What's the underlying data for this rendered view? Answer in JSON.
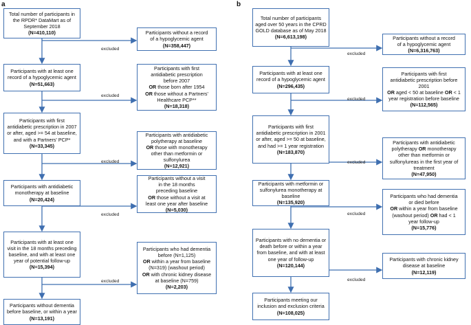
{
  "panels": [
    {
      "label": "a",
      "steps": [
        {
          "text": "Total number of participants in the RPDR* DataMart as of September 2018",
          "n": "(N=410,110)"
        },
        {
          "text": "Participants with at least one record of a hypoglycemic agent",
          "n": "(N=51,663)"
        },
        {
          "text": "Participants with first antidiabetic prescription in 2007 or after, aged >= 54 at baseline, and with a Partners' PCP*",
          "n": "(N=33,345)"
        },
        {
          "text": "Participants with antidiabetic monotherapy at baseline",
          "n": "(N=20,424)"
        },
        {
          "text": "Participants with at least one visit in the 18 months preceding baseline, and with at least one year of potential follow-up",
          "n": "(N=15,394)"
        },
        {
          "text": "Participants without dementia before baseline, or within a year",
          "n": "(N=13,191)"
        }
      ],
      "exclusions": [
        {
          "lines": [
            "Participants without a record",
            "of a hypoglycemic agent"
          ],
          "n": "(N=358,447)"
        },
        {
          "lines": [
            "Participants with first",
            "antidiabetic prescription",
            "before 2007",
            "OR those born after 1954",
            "OR those without a Partners'",
            "Healthcare PCP**"
          ],
          "n": "(N=18,318)"
        },
        {
          "lines": [
            "Participants with antidiabetic",
            "polytherapy at baseline",
            "OR those with monotherapy",
            "other than metformin or",
            "sulfonylurea"
          ],
          "n": "(N=12,921)"
        },
        {
          "lines": [
            "Participants without a visit",
            "in the 18 months",
            "preceding baseline",
            "OR those without a visit at",
            "least one year after baseline"
          ],
          "n": "(N=5,030)"
        },
        {
          "lines": [
            "Participants who had dementia",
            "before (N=1,125)",
            "OR within a year from baseline",
            "(N=319) (washout period)",
            "OR with chronic kidney disease",
            "at baseline (N=759)"
          ],
          "n": "(N=2,203)"
        }
      ]
    },
    {
      "label": "b",
      "steps": [
        {
          "text": "Total number of participants aged over 50 years in the CPRD GOLD database as of May 2018",
          "n": "(N=6,613,198)"
        },
        {
          "text": "Participants with at least one record of a hypoglycemic agent",
          "n": "(N=296,435)"
        },
        {
          "text": "Participants with first antidiabetic prescription in 2001 or after, aged >= 50 at baseline, and had >= 1 year registration",
          "n": "(N=183,870)"
        },
        {
          "text": "Participants with metformin or sulfonylurea monotherapy at baseline",
          "n": "(N=135,920)"
        },
        {
          "text": "Participants with no dementia or death before or within a year from baseline, and with at least one year of follow-up",
          "n": "(N=120,144)"
        },
        {
          "text": "Participants meeting our inclusion and exclusion criteria",
          "n": "(N=108,025)"
        }
      ],
      "exclusions": [
        {
          "lines": [
            "Participants without a record",
            "of a hypoglycemic agent"
          ],
          "n": "(N=6,316,763)"
        },
        {
          "lines": [
            "Participants with first",
            "antidiabetic prescription before",
            "2001",
            "OR aged < 50 at baseline OR < 1",
            "year registration before baseline"
          ],
          "n": "(N=112,565)"
        },
        {
          "lines": [
            "Participants with antidiabetic",
            "polytherapy OR monotherapy",
            "other than metformin or",
            "sulfonylureas in the first year of",
            "treatment"
          ],
          "n": "(N=47,950)"
        },
        {
          "lines": [
            "Participants who had dementia",
            "or died before",
            "OR within a year from baseline",
            "(washout period) OR had < 1",
            "year follow-up"
          ],
          "n": "(N=15,776)"
        },
        {
          "lines": [
            "Participants with chronic kidney",
            "disease at baseline"
          ],
          "n": "(N=12,119)"
        }
      ]
    }
  ],
  "excluded_label": "excluded"
}
